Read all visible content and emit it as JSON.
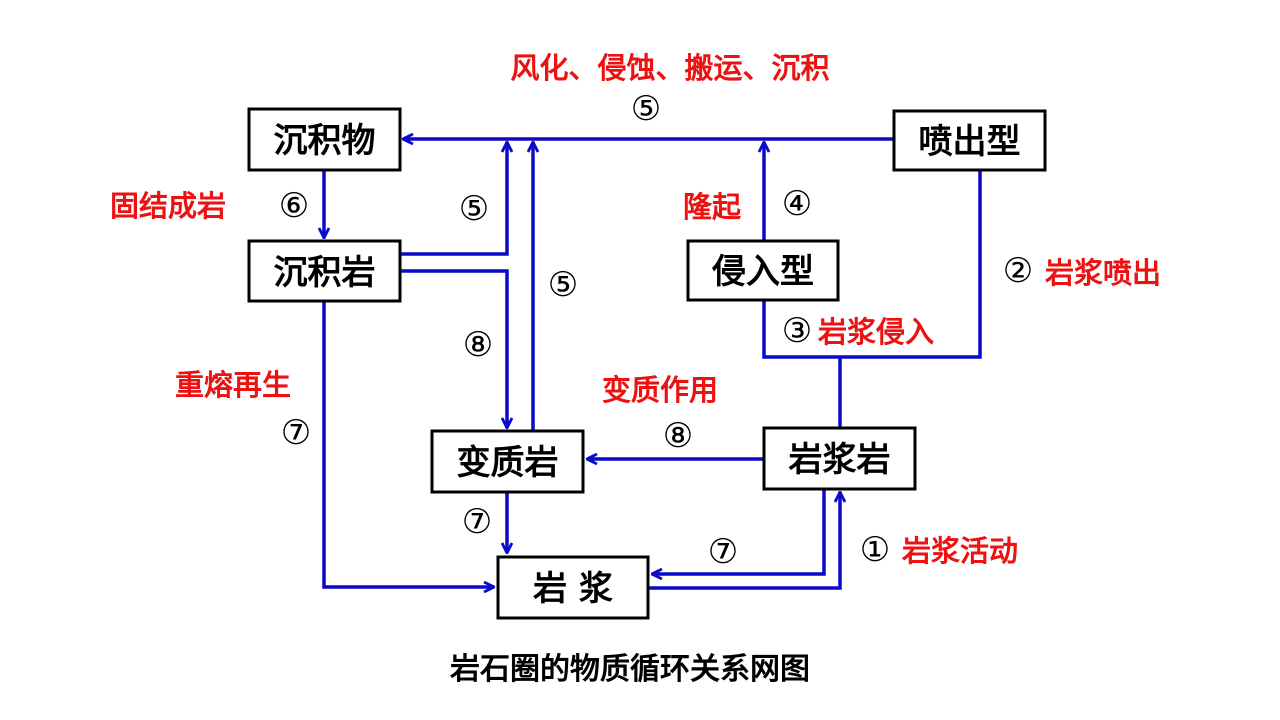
{
  "title": "岩石圈的物质循环关系网图",
  "colors": {
    "flow": "#0a0ac8",
    "process_label": "#ee1111",
    "node_text": "#000000"
  },
  "nodes": {
    "sediment": "沉积物",
    "sedimentary_rock": "沉积岩",
    "metamorphic_rock": "变质岩",
    "magma": "岩 浆",
    "igneous_rock": "岩浆岩",
    "extrusive": "喷出型",
    "intrusive": "侵入型"
  },
  "process_labels": {
    "weathering": "风化、侵蚀、搬运、沉积",
    "lithification": "固结成岩",
    "uplift": "隆起",
    "eruption": "岩浆喷出",
    "intrusion": "岩浆侵入",
    "metamorphism": "变质作用",
    "remelting": "重熔再生",
    "magmatism": "岩浆活动"
  },
  "step_numbers": {
    "n1": "①",
    "n2": "②",
    "n3": "③",
    "n4": "④",
    "n5": "⑤",
    "n6": "⑥",
    "n7": "⑦",
    "n8": "⑧"
  }
}
